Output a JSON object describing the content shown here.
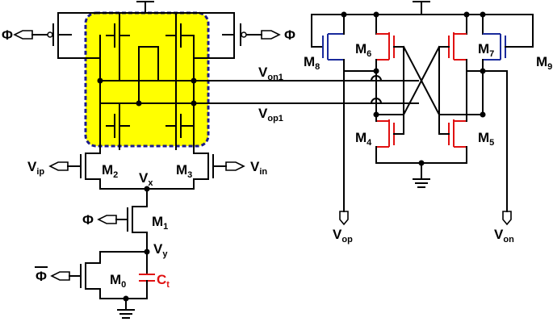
{
  "labels": {
    "phi_left": "Φ",
    "phi_right": "Φ",
    "phibar": "Φ",
    "vip": "V",
    "vip_sub": "ip",
    "vin": "V",
    "vin_sub": "in",
    "m2": "M",
    "m2_sub": "2",
    "m3": "M",
    "m3_sub": "3",
    "vx": "V",
    "vx_sub": "x",
    "phi_m1": "Φ",
    "m1": "M",
    "m1_sub": "1",
    "vy": "V",
    "vy_sub": "y",
    "m0": "M",
    "m0_sub": "0",
    "ct": "C",
    "ct_sub": "t",
    "von1": "V",
    "von1_sub": "on1",
    "vop1": "V",
    "vop1_sub": "op1",
    "m8": "M",
    "m8_sub": "8",
    "m6": "M",
    "m6_sub": "6",
    "m7": "M",
    "m7_sub": "7",
    "m9": "M",
    "m9_sub": "9",
    "m4": "M",
    "m4_sub": "4",
    "m5": "M",
    "m5_sub": "5",
    "vop": "V",
    "vop_sub": "op",
    "von": "V",
    "von_sub": "on"
  },
  "colors": {
    "highlight_fill": "#ffff00",
    "highlight_border": "#1a1a8c",
    "red_devices": "#e01010",
    "blue_devices": "#1a2a9c",
    "wire": "#000000"
  }
}
